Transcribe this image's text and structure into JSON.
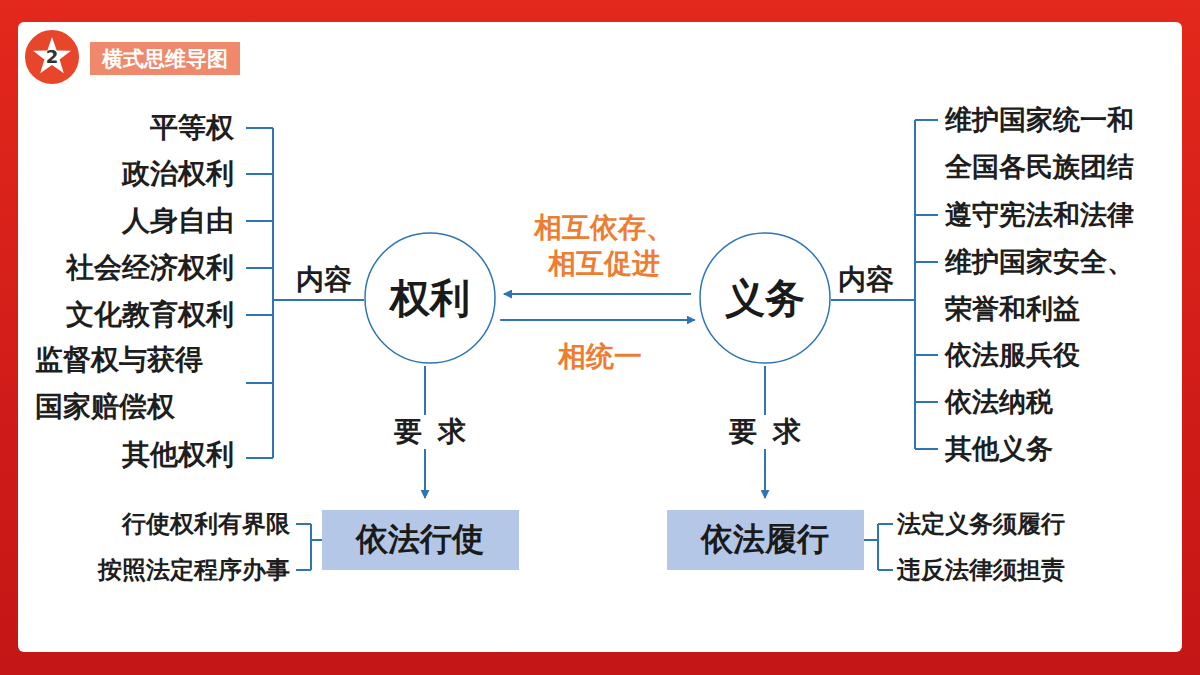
{
  "diagram": {
    "title": "横式思维导图",
    "nodes": [
      {
        "text": [
          "权利"
        ]
      },
      {
        "text": [
          "义务"
        ]
      },
      {
        "text": [
          "依法行使"
        ]
      },
      {
        "text": [
          "依法履行"
        ]
      }
    ],
    "edges": [
      {
        "from": 1,
        "to": 0,
        "label": "相互依存、 相互促进",
        "arrow": "to"
      },
      {
        "from": 0,
        "to": 1,
        "label": "相统一",
        "arrow": "to"
      },
      {
        "from": 0,
        "to": 2,
        "label": "要求",
        "arrow": "to"
      },
      {
        "from": 1,
        "to": 3,
        "label": "要求",
        "arrow": "to"
      }
    ],
    "labels": [
      "2",
      "平等权",
      "政治权利",
      "人身自由",
      "社会经济权利",
      "文化教育权利",
      "监督权与获得 国家赔偿权",
      "其他权利",
      "内容",
      "内容",
      "维护国家统一和 全国各民族团结",
      "遵守宪法和法律",
      "维护国家安全、 荣誉和利益",
      "依法服兵役",
      "依法纳税",
      "其他义务",
      "行使权利有界限",
      "按照法定程序办事",
      "法定义务须履行",
      "违反法律须担责"
    ]
  }
}
